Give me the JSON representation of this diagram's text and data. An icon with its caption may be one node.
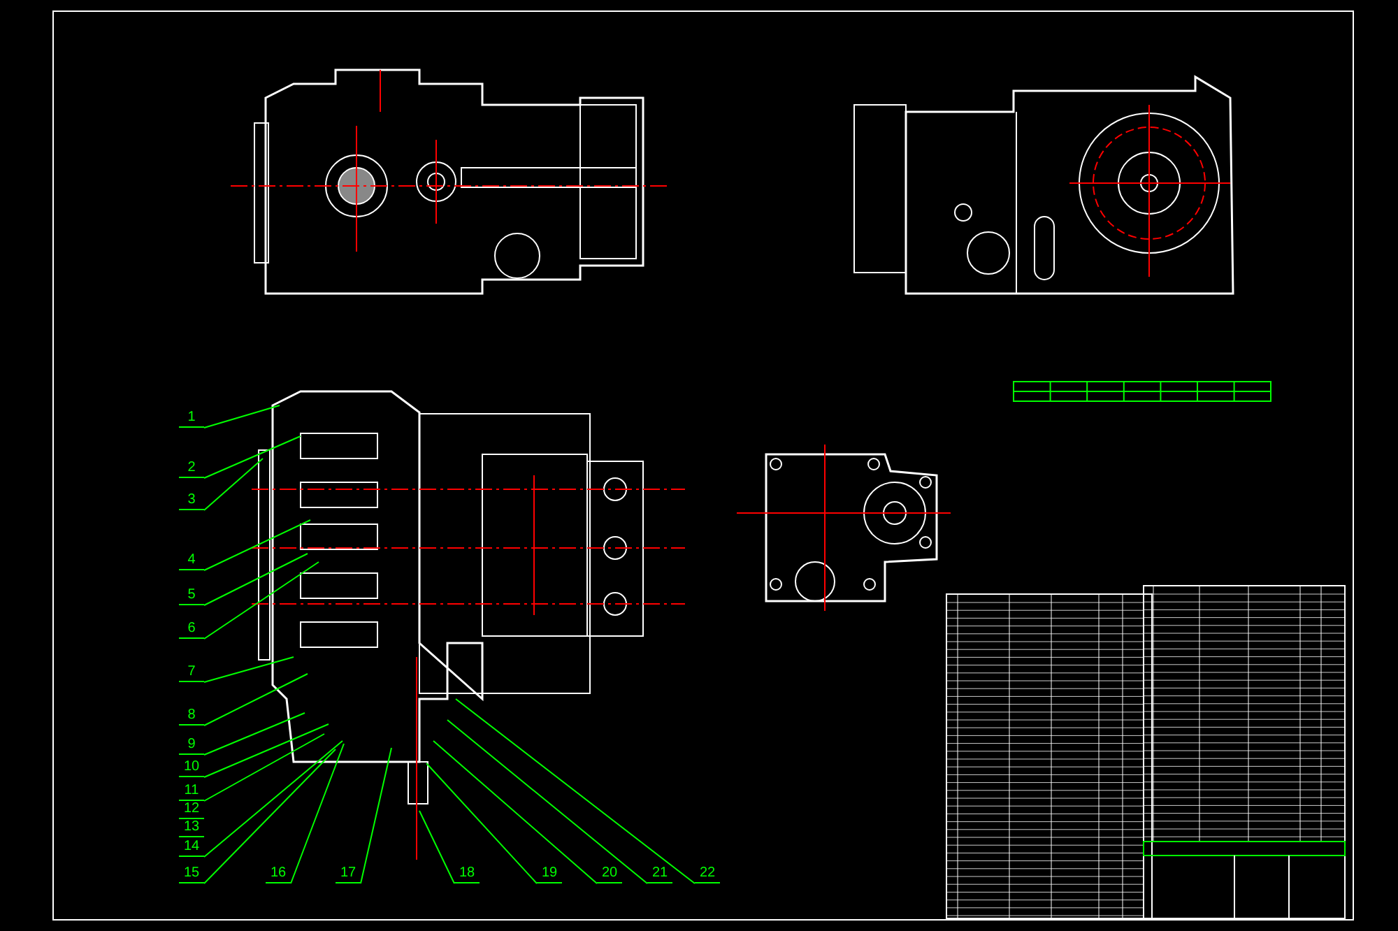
{
  "diagram": {
    "nodes": [
      {
        "text": [
          "1"
        ]
      },
      {
        "text": [
          "2"
        ]
      },
      {
        "text": [
          "3"
        ]
      },
      {
        "text": [
          "4"
        ]
      },
      {
        "text": [
          "5"
        ]
      },
      {
        "text": [
          "6"
        ]
      },
      {
        "text": [
          "7"
        ]
      },
      {
        "text": [
          "8"
        ]
      },
      {
        "text": [
          "9"
        ]
      },
      {
        "text": [
          "10"
        ]
      },
      {
        "text": [
          "11"
        ]
      },
      {
        "text": [
          "12"
        ]
      },
      {
        "text": [
          "13"
        ]
      },
      {
        "text": [
          "14"
        ]
      },
      {
        "text": [
          "15"
        ]
      },
      {
        "text": [
          "16"
        ]
      },
      {
        "text": [
          "17"
        ]
      },
      {
        "text": [
          "18"
        ]
      },
      {
        "text": [
          "19"
        ]
      },
      {
        "text": [
          "20"
        ]
      },
      {
        "text": [
          "21"
        ]
      },
      {
        "text": [
          "22"
        ]
      }
    ],
    "edges": [
      {
        "from": 0,
        "to": null,
        "arrow": "none"
      },
      {
        "from": 1,
        "to": null,
        "arrow": "none"
      },
      {
        "from": 2,
        "to": null,
        "arrow": "none"
      },
      {
        "from": 3,
        "to": null,
        "arrow": "none"
      },
      {
        "from": 4,
        "to": null,
        "arrow": "none"
      },
      {
        "from": 5,
        "to": null,
        "arrow": "none"
      },
      {
        "from": 6,
        "to": null,
        "arrow": "none"
      },
      {
        "from": 7,
        "to": null,
        "arrow": "none"
      },
      {
        "from": 8,
        "to": null,
        "arrow": "none"
      },
      {
        "from": 9,
        "to": null,
        "arrow": "none"
      },
      {
        "from": 10,
        "to": null,
        "arrow": "none"
      },
      {
        "from": 13,
        "to": null,
        "arrow": "none"
      },
      {
        "from": 14,
        "to": null,
        "arrow": "none"
      },
      {
        "from": 15,
        "to": null,
        "arrow": "none"
      },
      {
        "from": 16,
        "to": null,
        "arrow": "none"
      },
      {
        "from": 17,
        "to": null,
        "arrow": "none"
      },
      {
        "from": 18,
        "to": null,
        "arrow": "none"
      },
      {
        "from": 19,
        "to": null,
        "arrow": "none"
      },
      {
        "from": 20,
        "to": null,
        "arrow": "none"
      },
      {
        "from": 21,
        "to": null,
        "arrow": "none"
      }
    ]
  }
}
